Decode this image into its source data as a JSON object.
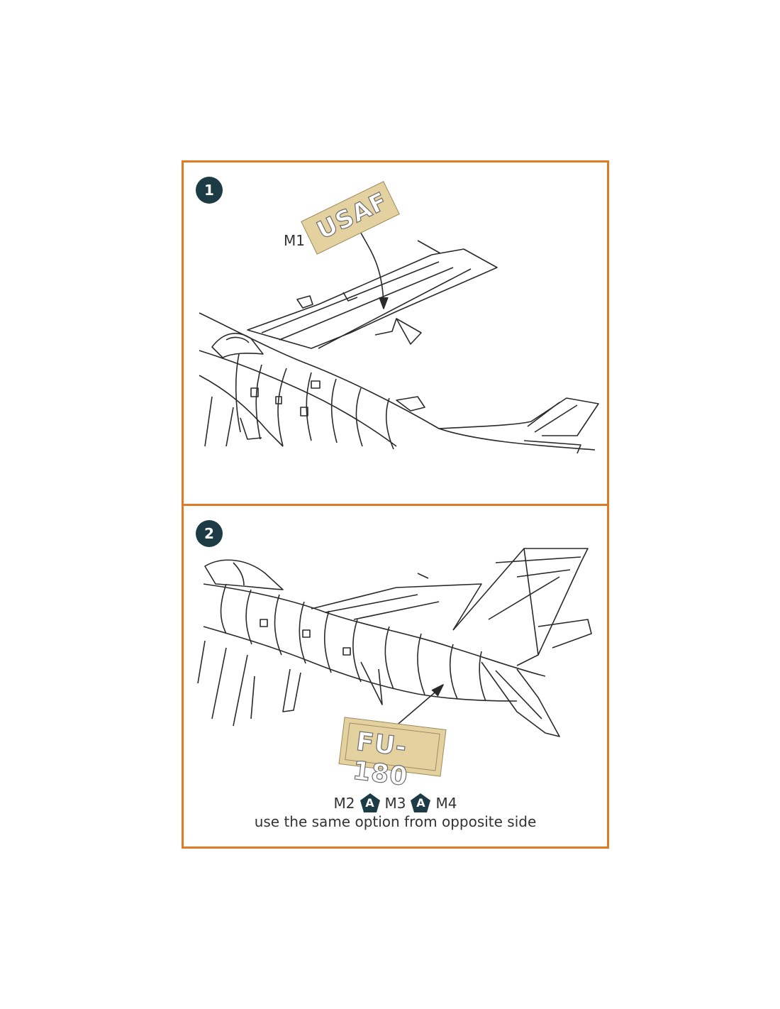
{
  "panels": [
    {
      "step": "1",
      "decal_label": "M1",
      "decal_text": "USAF"
    },
    {
      "step": "2",
      "decal_text": "FU-180",
      "options": [
        {
          "label": "M2"
        },
        {
          "badge": "A"
        },
        {
          "label": "M3"
        },
        {
          "badge": "A"
        },
        {
          "label": "M4"
        }
      ],
      "note": "use the same option from opposite side"
    }
  ],
  "colors": {
    "panel_border": "#e07b24",
    "step_badge": "#1c3b45",
    "decal_fill": "#e4d1a0",
    "line_art": "#2a2a2a"
  }
}
